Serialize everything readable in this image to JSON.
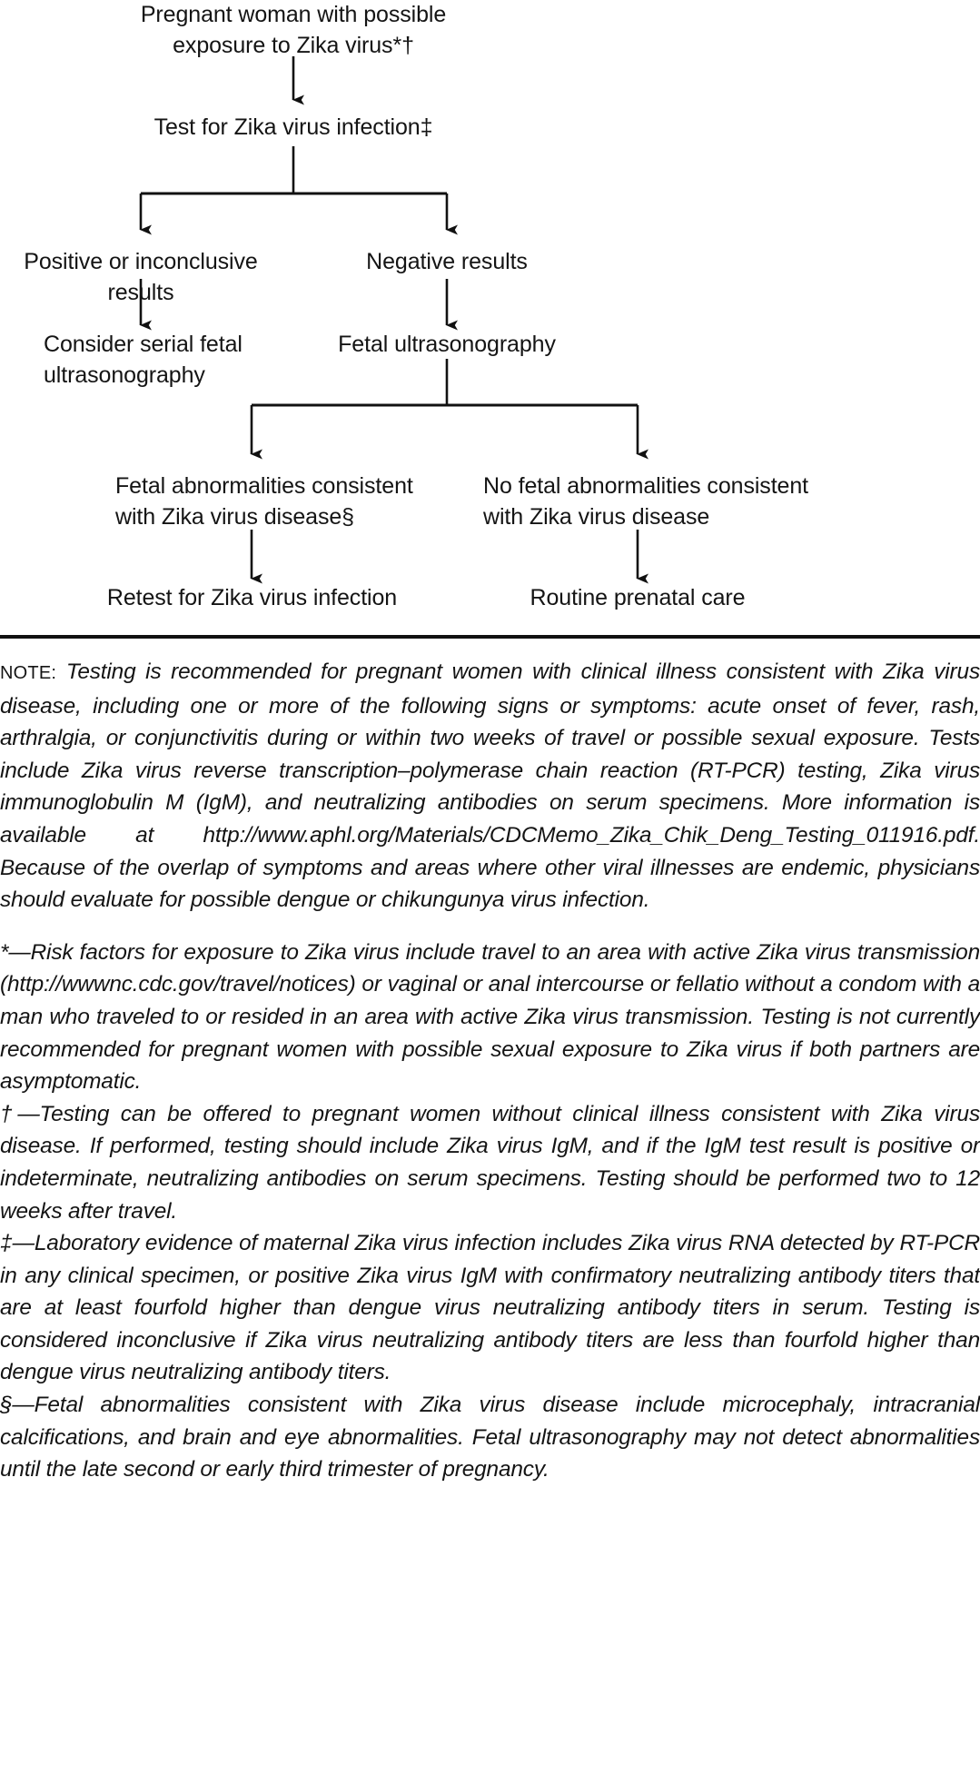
{
  "flowchart": {
    "nodes": [
      {
        "id": "root",
        "text": "Pregnant woman with possible\nexposure to Zika virus*†"
      },
      {
        "id": "test",
        "text": "Test for Zika virus infection‡"
      },
      {
        "id": "positive",
        "text": "Positive or inconclusive results"
      },
      {
        "id": "negative",
        "text": "Negative results"
      },
      {
        "id": "consider-serial",
        "text": "Consider serial fetal\nultrasonography"
      },
      {
        "id": "fetal-us",
        "text": "Fetal ultrasonography"
      },
      {
        "id": "abnormal",
        "text": "Fetal abnormalities consistent\nwith Zika virus disease§"
      },
      {
        "id": "no-abnormal",
        "text": "No fetal abnormalities consistent\nwith Zika virus disease"
      },
      {
        "id": "retest",
        "text": "Retest for Zika virus infection"
      },
      {
        "id": "routine",
        "text": "Routine prenatal care"
      }
    ],
    "line_color": "#111111"
  },
  "notes": {
    "note_label": "NOTE:",
    "note_body": "Testing is recommended for pregnant women with clinical illness consistent with Zika virus disease, including one or more of the following signs or symptoms: acute onset of fever, rash, arthralgia, or conjunctivitis during or within two weeks of travel or possible sexual exposure. Tests include Zika virus reverse transcription–polymerase chain reaction (RT-PCR) testing, Zika virus immunoglobulin M (IgM), and neutralizing antibodies on serum specimens. More information is available at http://www.aphl.org/Materials/CDCMemo_Zika_Chik_Deng_Testing_011916.pdf. Because of the overlap of symptoms and areas where other viral illnesses are endemic, physicians should evaluate for possible dengue or chikungunya virus infection.",
    "footnotes": [
      "*—Risk factors for exposure to Zika virus include travel to an area with active Zika virus transmission (http://wwwnc.cdc.gov/travel/notices) or vaginal or anal intercourse or fellatio without a condom with a man who traveled to or resided in an area with active Zika virus transmission. Testing is not currently recommended for pregnant women with possible sexual exposure to Zika virus if both partners are asymptomatic.",
      "†—Testing can be offered to pregnant women without clinical illness consistent with Zika virus disease. If performed, testing should include Zika virus IgM, and if the IgM test result is positive or indeterminate, neutralizing antibodies on serum specimens. Testing should be performed two to 12 weeks after travel.",
      "‡—Laboratory evidence of maternal Zika virus infection includes Zika virus RNA detected by RT-PCR in any clinical specimen, or positive Zika virus IgM with confirmatory neutralizing antibody titers that are at least fourfold higher than dengue virus neutralizing antibody titers in serum. Testing is considered inconclusive if Zika virus neutralizing antibody titers are less than fourfold higher than dengue virus neutralizing antibody titers.",
      "§—Fetal abnormalities consistent with Zika virus disease include microcephaly, intracranial calcifications, and brain and eye abnormalities. Fetal ultrasonography may not detect abnormalities until the late second or early third trimester of pregnancy."
    ]
  }
}
